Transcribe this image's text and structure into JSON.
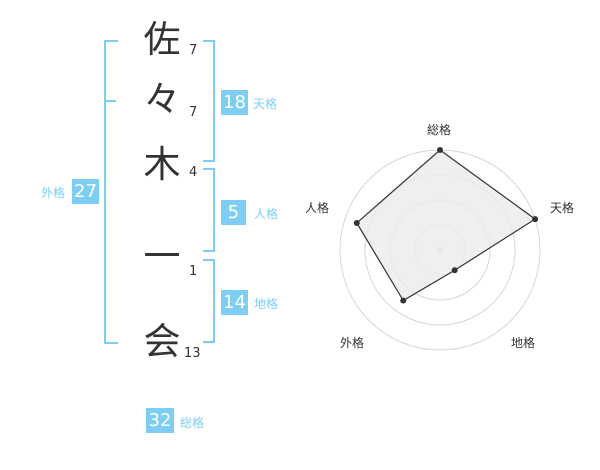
{
  "name_chars": [
    {
      "char": "佐",
      "strokes": "7"
    },
    {
      "char": "々",
      "strokes": "7"
    },
    {
      "char": "木",
      "strokes": "4"
    },
    {
      "char": "一",
      "strokes": "1"
    },
    {
      "char": "会",
      "strokes": "13"
    }
  ],
  "fortune": {
    "tenkaku": {
      "value": "18",
      "label": "天格"
    },
    "jinkaku": {
      "value": "5",
      "label": "人格"
    },
    "chikaku": {
      "value": "14",
      "label": "地格"
    },
    "gaikaku": {
      "value": "27",
      "label": "外格"
    },
    "soukaku": {
      "value": "32",
      "label": "総格"
    }
  },
  "chart_data": {
    "type": "radar",
    "axes": [
      "総格",
      "天格",
      "地格",
      "外格",
      "人格"
    ],
    "values": [
      4,
      4,
      1,
      2.5,
      3.5
    ],
    "max": 4,
    "rings": 4,
    "colors": {
      "fill": "#ebebeb",
      "stroke": "#333333",
      "grid": "#d6d6d6"
    }
  },
  "colors": {
    "accent": "#7ecef4",
    "text": "#333333"
  }
}
